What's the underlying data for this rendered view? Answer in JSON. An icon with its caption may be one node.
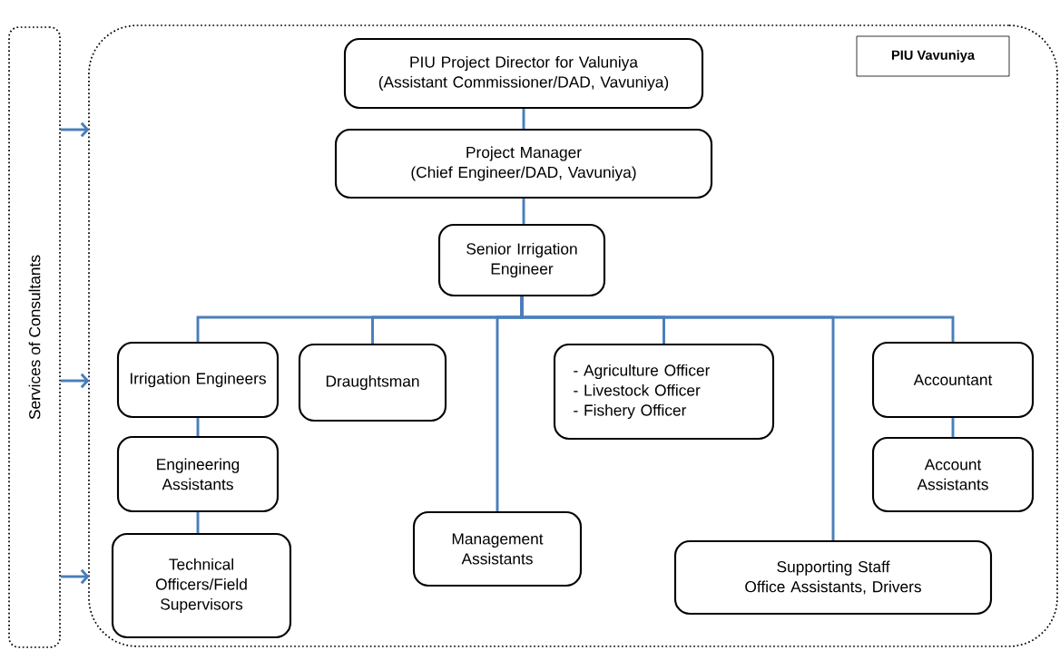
{
  "diagram": {
    "nodes": [
      {
        "text": [
          "Services of Consultants"
        ]
      },
      {
        "text": [],
        "shape": "box"
      },
      {
        "text": [
          "PIU Vavuniya"
        ],
        "in": 1
      },
      {
        "text": [
          "PIU Project Director for Valuniya",
          "(Assistant Commissioner/DAD, Vavuniya)"
        ],
        "in": 1
      },
      {
        "text": [
          "Project Manager",
          "(Chief Engineer/DAD, Vavuniya)"
        ],
        "in": 1
      },
      {
        "text": [
          "Senior Irrigation Engineer"
        ],
        "in": 1
      },
      {
        "text": [
          "Irrigation Engineers"
        ],
        "in": 1
      },
      {
        "text": [
          "Draughtsman"
        ],
        "in": 1
      },
      {
        "text": [
          "- Agriculture Officer",
          "- Livestock Officer",
          "- Fishery Officer"
        ],
        "in": 1
      },
      {
        "text": [
          "Accountant"
        ],
        "in": 1
      },
      {
        "text": [
          "Engineering Assistants"
        ],
        "in": 1
      },
      {
        "text": [
          "Account Assistants"
        ],
        "in": 1
      },
      {
        "text": [
          "Management Assistants"
        ],
        "in": 1
      },
      {
        "text": [
          "Technical Officers/Field Supervisors"
        ],
        "in": 1
      },
      {
        "text": [
          "Supporting Staff",
          "Office Assistants, Drivers"
        ],
        "in": 1
      }
    ],
    "edges": [
      {
        "from": 3,
        "to": 4,
        "arrow": "none"
      },
      {
        "from": 4,
        "to": 5,
        "arrow": "none"
      },
      {
        "from": 5,
        "to": 6,
        "arrow": "none"
      },
      {
        "from": 5,
        "to": 7,
        "arrow": "none"
      },
      {
        "from": 5,
        "to": 12,
        "arrow": "none"
      },
      {
        "from": 5,
        "to": 8,
        "arrow": "none"
      },
      {
        "from": 5,
        "to": 14,
        "arrow": "none"
      },
      {
        "from": 5,
        "to": 9,
        "arrow": "none"
      },
      {
        "from": 6,
        "to": 10,
        "arrow": "none"
      },
      {
        "from": 10,
        "to": 13,
        "arrow": "none"
      },
      {
        "from": 9,
        "to": 11,
        "arrow": "none"
      },
      {
        "from": 0,
        "to": 1,
        "arrow": "to"
      },
      {
        "from": 0,
        "to": 1,
        "arrow": "to"
      },
      {
        "from": 0,
        "to": 1,
        "arrow": "to"
      }
    ]
  }
}
